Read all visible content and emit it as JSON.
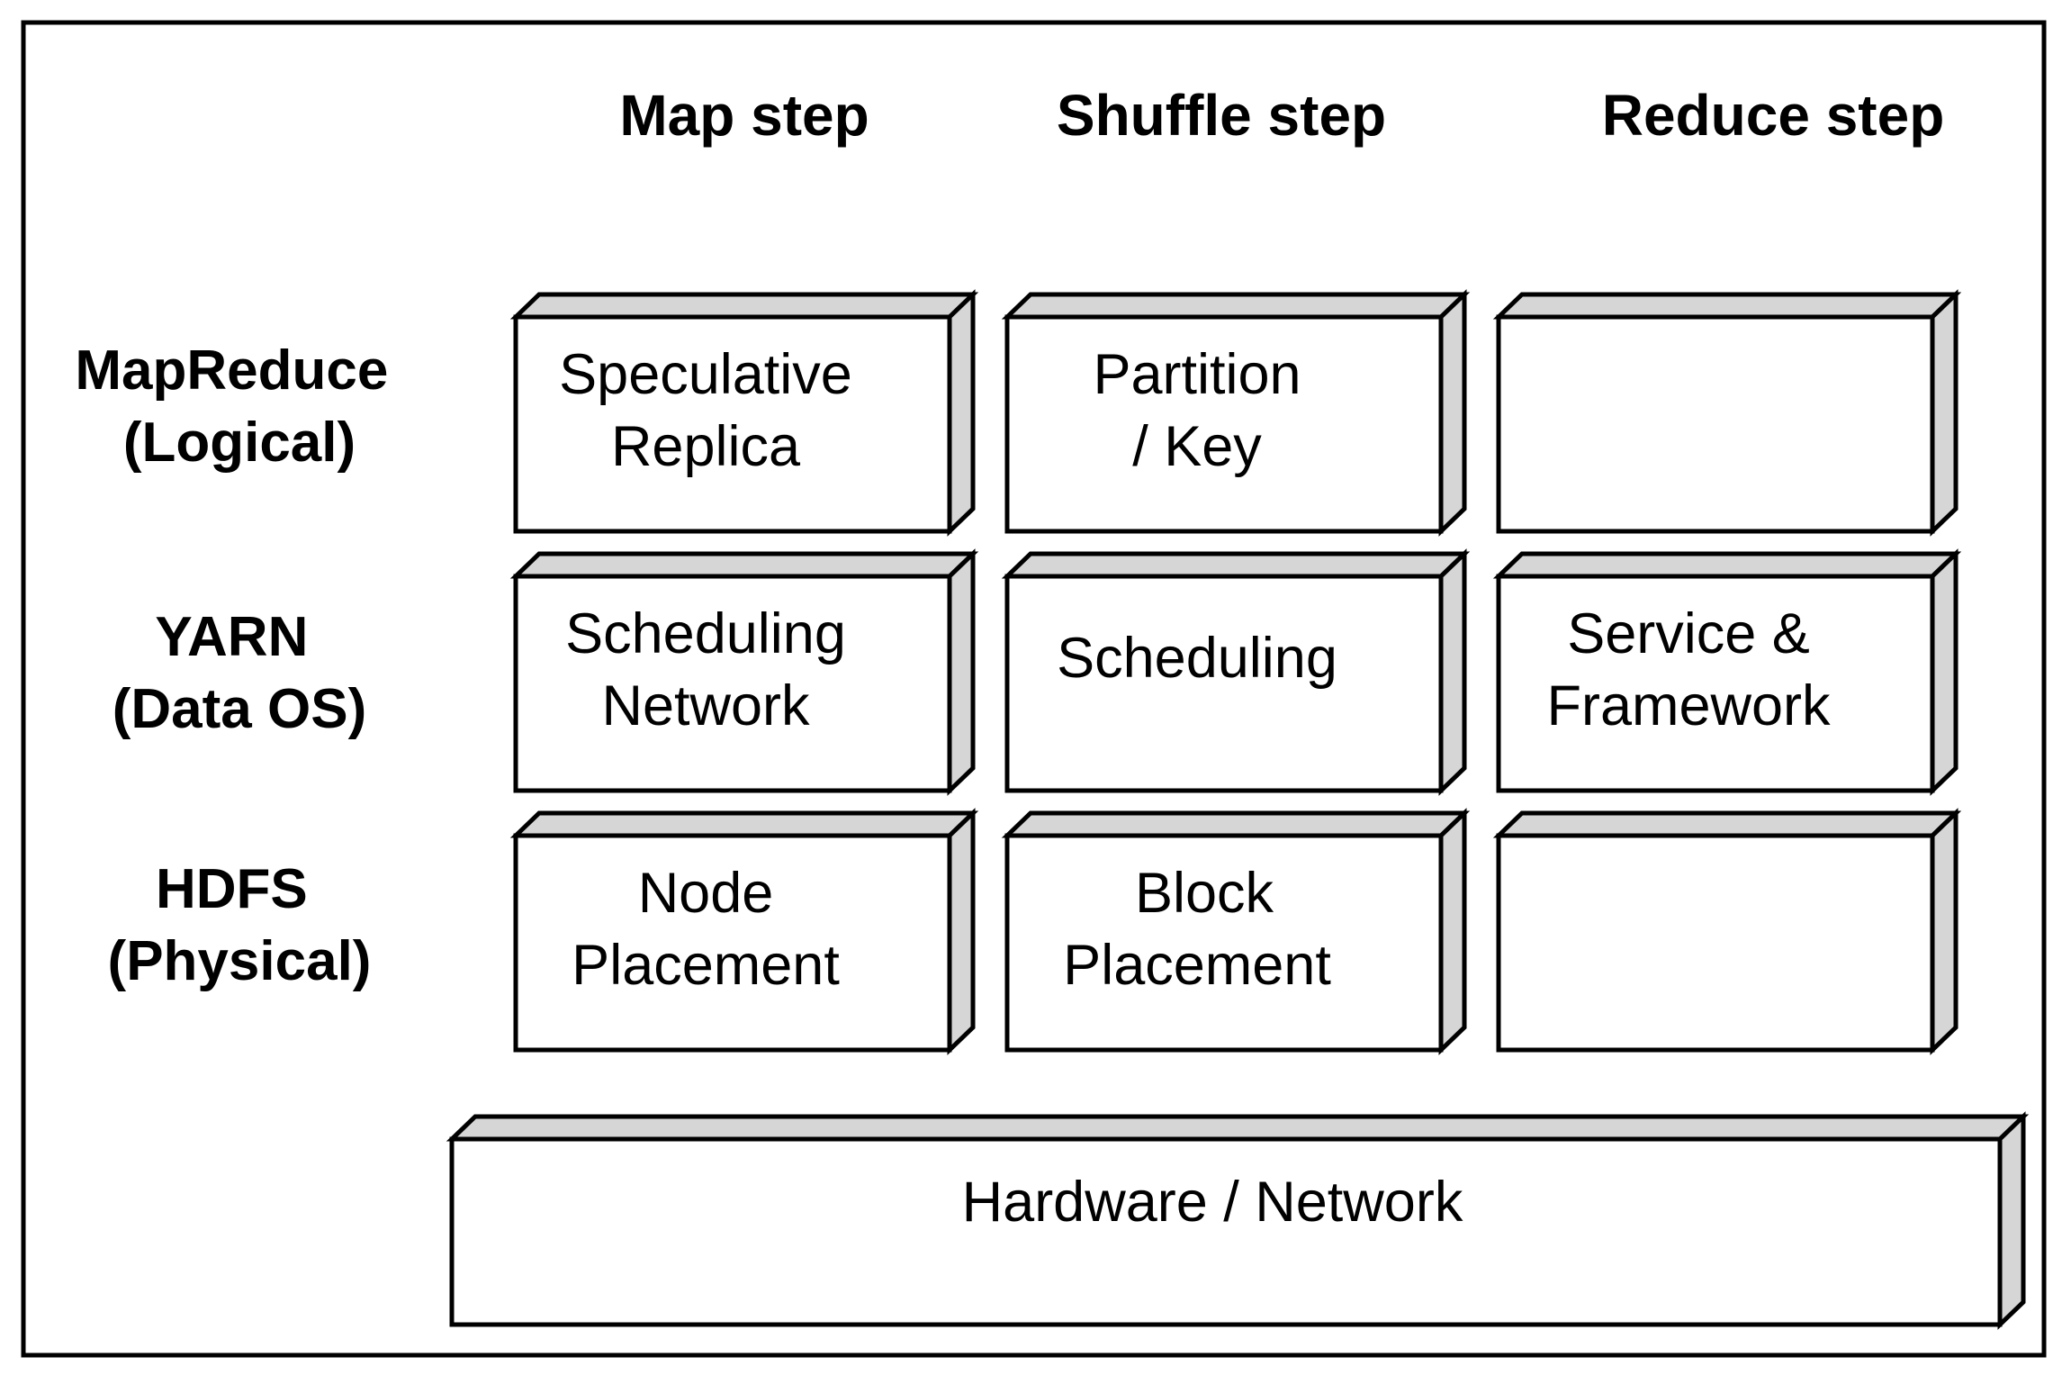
{
  "columns": [
    "Map step",
    "Shuffle step",
    "Reduce step"
  ],
  "rows": [
    {
      "label_line1": "MapReduce",
      "label_line2": "(Logical)",
      "cells": [
        [
          "Speculative",
          "Replica"
        ],
        [
          "Partition",
          "/ Key"
        ],
        []
      ]
    },
    {
      "label_line1": "YARN",
      "label_line2": "(Data OS)",
      "cells": [
        [
          "Scheduling",
          "Network"
        ],
        [
          "Scheduling"
        ],
        [
          "Service &",
          "Framework"
        ]
      ]
    },
    {
      "label_line1": "HDFS",
      "label_line2": "(Physical)",
      "cells": [
        [
          "Node",
          "Placement"
        ],
        [
          "Block",
          "Placement"
        ],
        []
      ]
    }
  ],
  "base": {
    "label": "Hardware / Network"
  },
  "colors": {
    "box_fill": "#ffffff",
    "shade": "#d6d6d6",
    "stroke": "#000000"
  }
}
